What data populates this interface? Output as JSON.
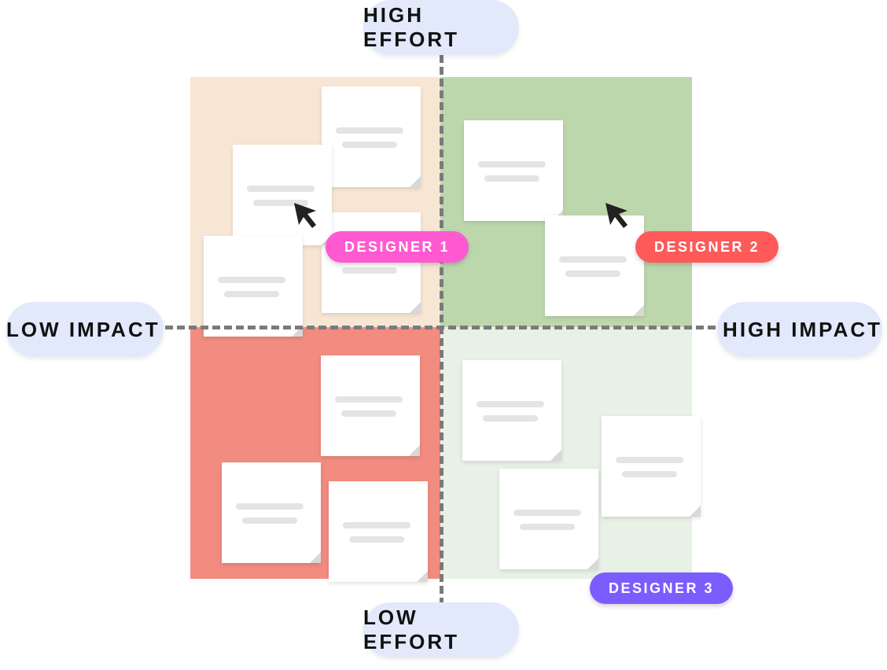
{
  "axes": {
    "top": "HIGH EFFORT",
    "bottom": "LOW EFFORT",
    "left": "LOW IMPACT",
    "right": "HIGH IMPACT"
  },
  "designers": [
    {
      "label": "DESIGNER 1",
      "color": "#ff5ad1"
    },
    {
      "label": "DESIGNER 2",
      "color": "#ff5a5a"
    },
    {
      "label": "DESIGNER 3",
      "color": "#7b5cff"
    }
  ],
  "colors": {
    "quadrant_top_left": "#f8e6d4",
    "quadrant_top_right": "#bdd7ad",
    "quadrant_bottom_left": "#f28b80",
    "quadrant_bottom_right": "#e8f1e6",
    "axis_pill": "#e1e9fb"
  },
  "icons": [
    "cursor-arrow-icon"
  ]
}
